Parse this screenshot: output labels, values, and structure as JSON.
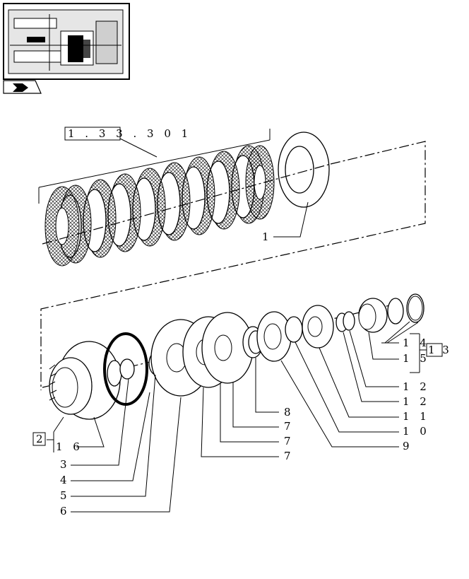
{
  "diagram": {
    "ref_code": "1 . 3 3 . 3  0 1",
    "callouts": {
      "c1": "1",
      "c2": "2",
      "c3": "3",
      "c4": "4",
      "c5": "5",
      "c6": "6",
      "c7a": "7",
      "c7b": "7",
      "c7c": "7",
      "c8": "8",
      "c9": "9",
      "c10": "1 0",
      "c11": "1 1",
      "c12a": "1 2",
      "c12b": "1 2",
      "c13": "1 3",
      "c14": "1 4",
      "c15": "1 5",
      "c16": "1 6"
    },
    "icons": {
      "thumbnail": "transmission-section-thumbnail",
      "nav": "arrow-tab-icon"
    }
  }
}
